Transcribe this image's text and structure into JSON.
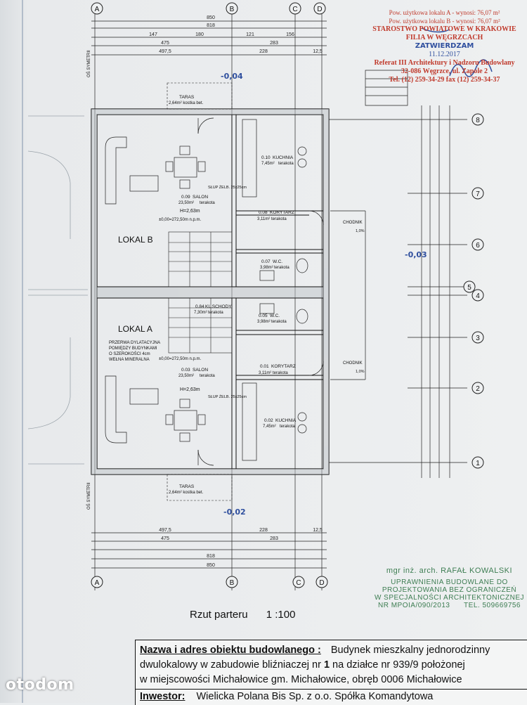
{
  "stamp_top": {
    "area_line1": "Pow. użytkowa lokalu A - wynosi: 76,07 m²",
    "area_line2": "Pow. użytkowa lokalu B - wynosi: 76,07 m²",
    "office": "STAROSTWO POWIATOWE W KRAKOWIE FILIA W WĘGRZCACH",
    "dept": "Referat III Architektury i Nadzoru Budowlany",
    "addr": "32-086 Węgrzce, ul. Zapole 2",
    "tel": "Tel. (12) 259-34-29 fax (12) 259-34-37",
    "approved": "ZATWIERDZAM",
    "date": "11.12.2017"
  },
  "stamp_architect": {
    "name": "mgr inż. arch. RAFAŁ KOWALSKI",
    "line1": "UPRAWNIENIA BUDOWLANE DO",
    "line2": "PROJEKTOWANIA BEZ OGRANICZEŃ",
    "line3": "W SPECJALNOŚCI ARCHITEKTONICZNEJ",
    "reg": "NR MPOIA/090/2013",
    "tel": "TEL. 509669756"
  },
  "plan": {
    "axes_top": [
      "A",
      "B",
      "C",
      "D"
    ],
    "axes_right": [
      "8",
      "7",
      "6",
      "5",
      "4",
      "3",
      "2",
      "1"
    ],
    "dims_top": [
      "850",
      "818",
      "147",
      "180",
      "121",
      "156",
      "475",
      "228",
      "283",
      "497,5",
      "12,5"
    ],
    "dims_bottom": [
      "497,5",
      "475",
      "228",
      "283",
      "818",
      "850",
      "12,5"
    ],
    "lokal_a": "LOKAL A",
    "lokal_b": "LOKAL B",
    "rooms": [
      {
        "code": "0.10",
        "name": "KUCHNIA",
        "area": "7,45m²",
        "floor": "terakota"
      },
      {
        "code": "0.09",
        "name": "SALON",
        "area": "23,50m²",
        "floor": "terakota"
      },
      {
        "code": "0.08",
        "name": "KORYTARZ",
        "area": "3,11m²",
        "floor": "terakota"
      },
      {
        "code": "0.07",
        "name": "W.C.",
        "area": "3,98m²",
        "floor": "terakota"
      },
      {
        "code": "0.84",
        "name": "KL.SCHODY",
        "area": "7,30m²",
        "floor": "terakota"
      },
      {
        "code": "0.05",
        "name": "W.C.",
        "area": "3,98m²",
        "floor": "terakota"
      },
      {
        "code": "0.03",
        "name": "SALON",
        "area": "23,50m²",
        "floor": "terakota"
      },
      {
        "code": "0.01",
        "name": "KORYTARZ",
        "area": "3,11m²",
        "floor": "terakota"
      },
      {
        "code": "0.02",
        "name": "KUCHNIA",
        "area": "7,45m²",
        "floor": "terakota"
      }
    ],
    "taras_top": "TARAS",
    "taras_top_area": "2,64m² kostka bet.",
    "taras_bottom": "TARAS",
    "taras_bottom_area": "2,64m² kostka bet.",
    "level_a": "±0,00=272,50m n.p.m.",
    "level_b": "±0,00=272,50m n.p.m.",
    "height_a": "H=2,63m",
    "height_b": "H=2,63m",
    "slup_a": "SŁUP ŻELB. 25x25cm",
    "slup_b": "SŁUP ŻELB. 25x25cm",
    "note_lines": [
      "PRZERWA DYLATACYJNA",
      "POMIĘDZY BUDYNKAMI",
      "O SZEROKOŚCI 4cm",
      "WEŁNA MINERALNA"
    ],
    "chodnik_top": "CHODNIK",
    "chodnik_bottom": "CHODNIK",
    "slope": "1,0%",
    "annot_top": "-0,04",
    "annot_mid": "-0,03",
    "annot_bottom": "-0,02",
    "os_symetrii": "OŚ SYMETRII"
  },
  "scale_title": "Rzut parteru",
  "scale": "1 :100",
  "object_label": "Nazwa i adres obiektu budowlanego :",
  "object_text1": "Budynek mieszkalny jednorodzinny",
  "object_text2a": "dwulokalowy  w zabudowie bliźniaczej nr ",
  "object_text2b": "1",
  "object_text2c": " na działce nr 939/9 położonej",
  "object_text3": "w miejscowości Michałowice gm. Michałowice,  obręb 0006  Michałowice",
  "investor_label": "Inwestor:",
  "investor_text": "Wielicka Polana Bis Sp. z o.o. Spółka Komandytowa",
  "watermark": "otodom"
}
